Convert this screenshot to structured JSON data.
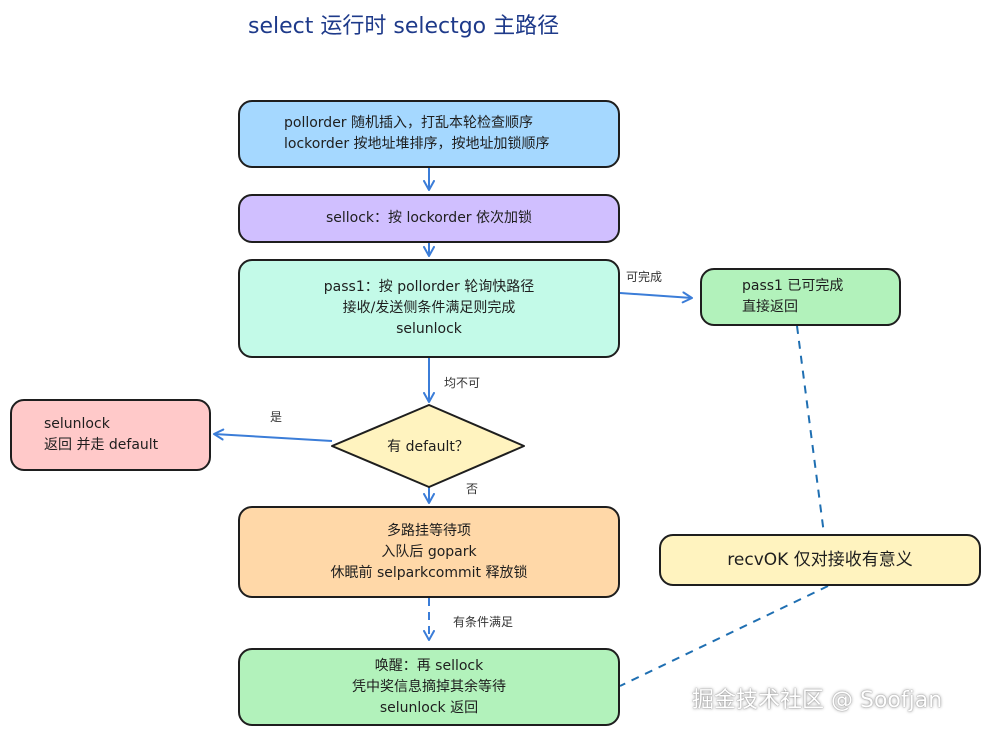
{
  "title": "select 运行时 selectgo 主路径",
  "colors": {
    "accent_blue": "#3b7dd8",
    "title_blue": "#1e3a8a",
    "blue_box": "#a5d8ff",
    "purple_box": "#d0bfff",
    "teal_box": "#c3fae8",
    "green_box": "#b2f2bb",
    "red_box": "#ffc9c9",
    "orange_box": "#ffd8a8",
    "yellow_box": "#fff3bf",
    "diamond": "#fff3bf"
  },
  "nodes": {
    "order": {
      "lines": [
        "pollorder 随机插入，打乱本轮检查顺序",
        "lockorder 按地址堆排序，按地址加锁顺序"
      ]
    },
    "sellock": {
      "lines": [
        "sellock：按 lockorder 依次加锁"
      ]
    },
    "pass1": {
      "lines": [
        "pass1：按 pollorder 轮询快路径",
        "接收/发送侧条件满足则完成",
        "selunlock"
      ]
    },
    "pass1_done": {
      "lines": [
        "pass1 已可完成",
        "直接返回"
      ]
    },
    "default_decision": {
      "label": "有 default？"
    },
    "default_return": {
      "lines": [
        "selunlock",
        "返回 并走 default"
      ]
    },
    "enqueue": {
      "lines": [
        "多路挂等待项",
        "入队后 gopark",
        "休眠前 selparkcommit 释放锁"
      ]
    },
    "recvok_note": {
      "lines": [
        "recvOK 仅对接收有意义"
      ]
    },
    "wakeup": {
      "lines": [
        "唤醒：再 sellock",
        "凭中奖信息摘掉其余等待",
        "selunlock 返回"
      ]
    }
  },
  "edges": {
    "can_complete": "可完成",
    "none_can": "均不可",
    "yes": "是",
    "no": "否",
    "condition_met": "有条件满足"
  },
  "watermark": "掘金技术社区 @ Soofjan"
}
